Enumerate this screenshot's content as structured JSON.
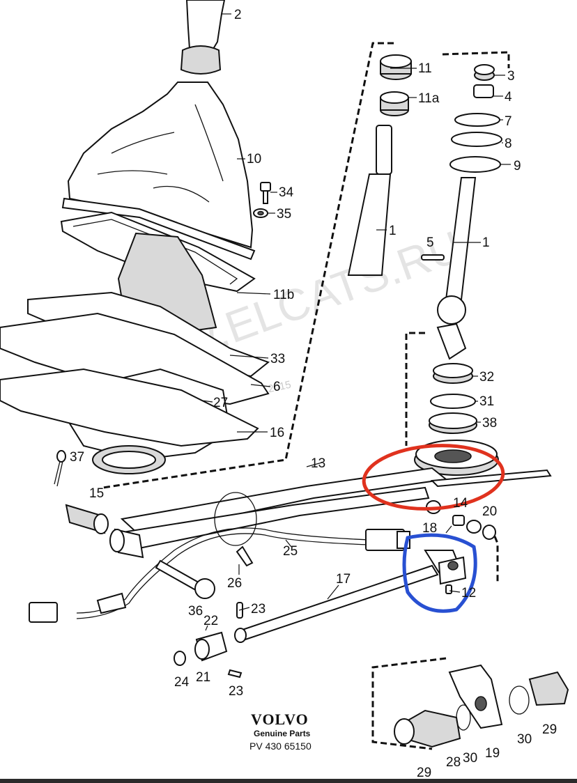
{
  "watermark": {
    "text": "WWW.ELCATS.RU",
    "date": "07.02.2015"
  },
  "branding": {
    "name": "VOLVO",
    "tagline": "Genuine Parts",
    "part_number": "PV 430 65150"
  },
  "highlights": {
    "red_color": "#e0321e",
    "blue_color": "#2850d2"
  },
  "labels": {
    "l2": "2",
    "l10": "10",
    "l34": "34",
    "l35": "35",
    "l11b": "11b",
    "l33": "33",
    "l6": "6",
    "l27": "27",
    "l16": "16",
    "l37": "37",
    "l15": "15",
    "l11": "11",
    "l11a": "11a",
    "l1a": "1",
    "l3": "3",
    "l4": "4",
    "l7": "7",
    "l8": "8",
    "l9": "9",
    "l5": "5",
    "l1b": "1",
    "l32": "32",
    "l31": "31",
    "l38": "38",
    "l13": "13",
    "l14": "14",
    "l18": "18",
    "l20": "20",
    "l25": "25",
    "l26": "26",
    "l12": "12",
    "l17": "17",
    "l36": "36",
    "l23a": "23",
    "l22": "22",
    "l24": "24",
    "l21": "21",
    "l23b": "23",
    "l29a": "29",
    "l30a": "30",
    "l28": "28",
    "l30b": "30",
    "l19": "19",
    "l29b": "29"
  }
}
